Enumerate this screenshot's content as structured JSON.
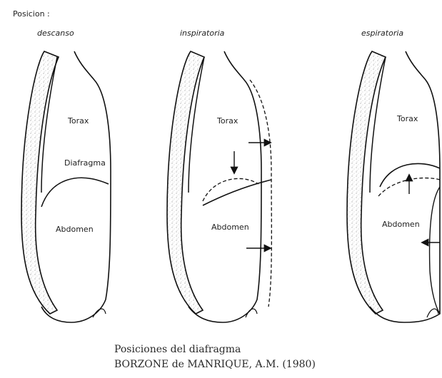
{
  "heading": "Posicion :",
  "panels": [
    {
      "title": "descanso",
      "labels": {
        "torax": "Torax",
        "diafragma": "Diafragma",
        "abdomen": "Abdomen"
      }
    },
    {
      "title": "inspiratoria",
      "labels": {
        "torax": "Torax",
        "abdomen": "Abdomen"
      }
    },
    {
      "title": "espiratoria",
      "labels": {
        "torax": "Torax",
        "abdomen": "Abdomen"
      }
    }
  ],
  "caption": {
    "line1": "Posiciones del diafragma",
    "line2": "BORZONE de MANRIQUE, A.M. (1980)"
  }
}
